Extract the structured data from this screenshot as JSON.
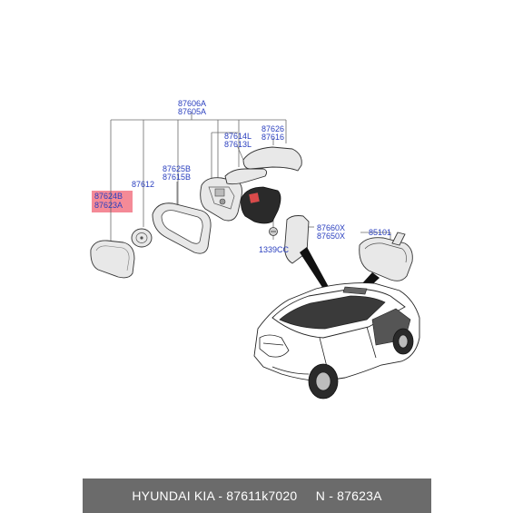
{
  "labels": {
    "p87606A": "87606A",
    "p87605A": "87605A",
    "p87626": "87626",
    "p87616": "87616",
    "p87614L": "87614L",
    "p87613L": "87613L",
    "p87625B": "87625B",
    "p87615B": "87615B",
    "p87612": "87612",
    "p87624B": "87624B",
    "p87623A": "87623A",
    "p87660X": "87660X",
    "p87650X": "87650X",
    "p1339CC": "1339CC",
    "p85101": "85101"
  },
  "highlight_color": "#f48a97",
  "label_color": "#2a3fbf",
  "footer": {
    "text": "HYUNDAI KIA - 87611k7020     N - 87623A"
  }
}
